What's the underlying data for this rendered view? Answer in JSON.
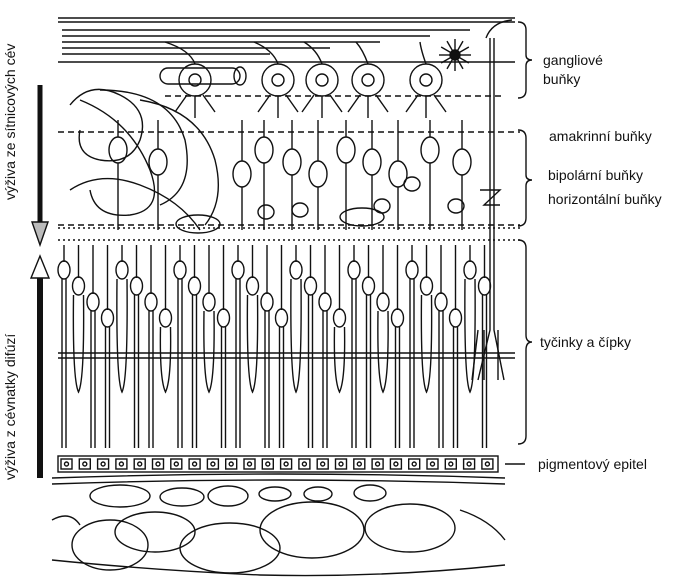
{
  "left_labels": {
    "top": "výživa ze sítnicových cév",
    "bottom": "výživa z cévnatky difúzí"
  },
  "layer_labels": {
    "ganglion_line1": "gangliové",
    "ganglion_line2": "buňky",
    "amacrine": "amakrinní buňky",
    "bipolar": "bipolární buňky",
    "horizontal": "horizontální buňky",
    "rods_cones": "tyčinky a čípky",
    "pigment": "pigmentový epitel"
  },
  "colors": {
    "ink": "#111111",
    "paper": "#ffffff"
  }
}
